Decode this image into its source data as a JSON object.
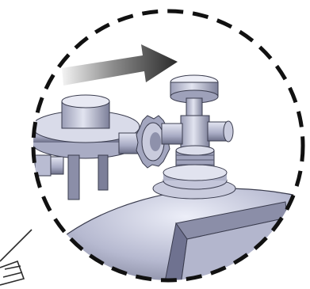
{
  "figure": {
    "subject": "gas-cylinder-valve-and-regulator",
    "colors": {
      "background": "#ffffff",
      "metal_light": "#d9dbe9",
      "metal_mid": "#a9acc4",
      "metal_dark": "#5b5e78",
      "outline": "#3a3c4e",
      "dashed_circle": "#111111",
      "arrow_dark": "#2a2a2a",
      "arrow_light": "#f4f4f4"
    },
    "elements": {
      "magnify_circle": "dashed-magnifier-circle",
      "arrow": "direction-arrow",
      "regulator": "pressure-regulator",
      "handwheel": "valve-handwheel",
      "valve": "cylinder-valve",
      "tank": "cylinder-dome"
    }
  }
}
